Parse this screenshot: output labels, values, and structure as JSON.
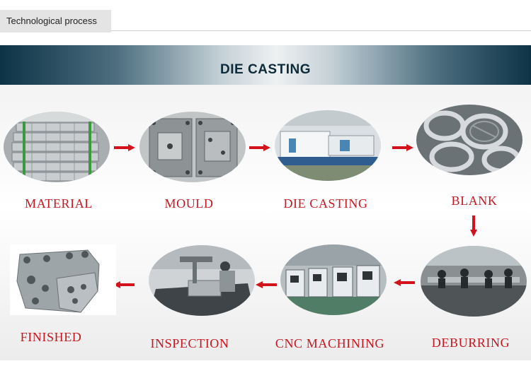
{
  "header": {
    "tab_label": "Technological process"
  },
  "banner": {
    "title": "DIE CASTING"
  },
  "steps": [
    {
      "label": "MATERIAL"
    },
    {
      "label": "MOULD"
    },
    {
      "label": "DIE CASTING"
    },
    {
      "label": "BLANK"
    },
    {
      "label": "DEBURRING"
    },
    {
      "label": "CNC MACHINING"
    },
    {
      "label": "INSPECTION"
    },
    {
      "label": "FINISHED"
    }
  ],
  "colors": {
    "accent_red": "#c7161f",
    "banner_dark": "#0d3346",
    "tab_bg": "#e4e4e4"
  }
}
